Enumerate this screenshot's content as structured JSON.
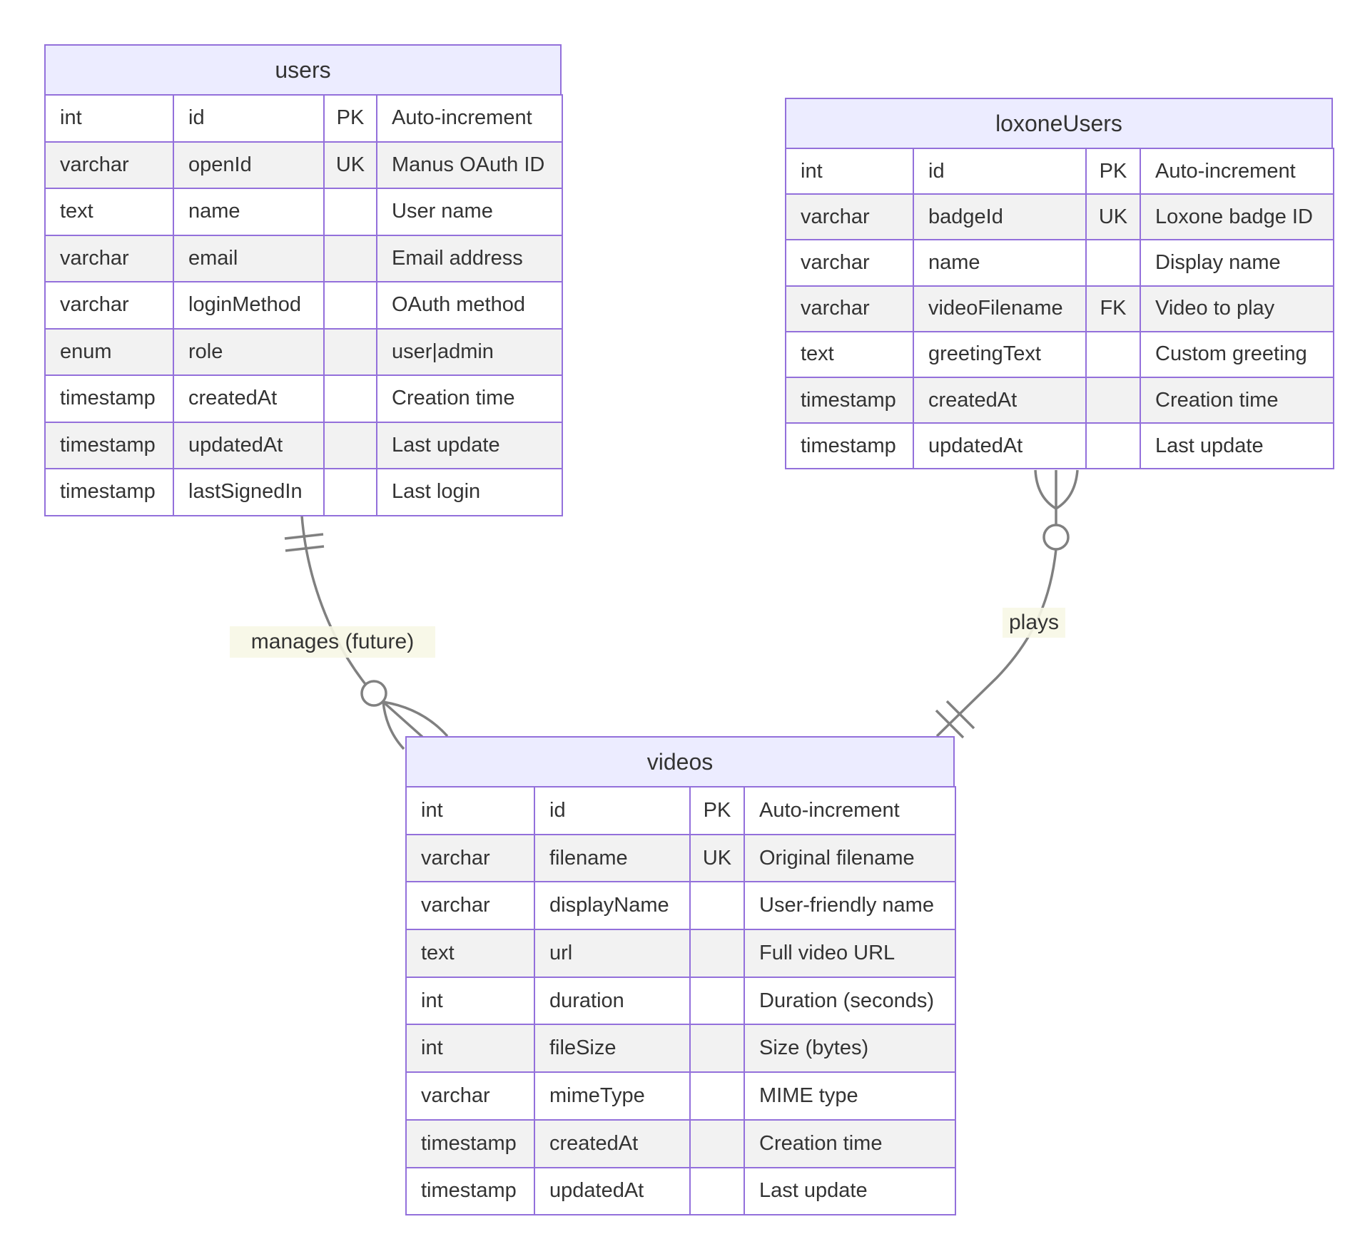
{
  "diagram": {
    "kind": "entity-relationship-diagram",
    "colors": {
      "entity_header_fill": "#ECECFF",
      "entity_border": "#9370DB",
      "row_fill": "#ffffff",
      "row_alt_fill": "#f2f2f2",
      "relationship_line": "#808080",
      "relationship_label_bg": "#f7f7e6",
      "text": "#333333"
    },
    "entities": [
      {
        "title": "users",
        "rows": [
          {
            "type": "int",
            "attribute": "id",
            "key": "PK",
            "comment": "Auto-increment"
          },
          {
            "type": "varchar",
            "attribute": "openId",
            "key": "UK",
            "comment": "Manus OAuth ID"
          },
          {
            "type": "text",
            "attribute": "name",
            "key": "",
            "comment": "User name"
          },
          {
            "type": "varchar",
            "attribute": "email",
            "key": "",
            "comment": "Email address"
          },
          {
            "type": "varchar",
            "attribute": "loginMethod",
            "key": "",
            "comment": "OAuth method"
          },
          {
            "type": "enum",
            "attribute": "role",
            "key": "",
            "comment": "user|admin"
          },
          {
            "type": "timestamp",
            "attribute": "createdAt",
            "key": "",
            "comment": "Creation time"
          },
          {
            "type": "timestamp",
            "attribute": "updatedAt",
            "key": "",
            "comment": "Last update"
          },
          {
            "type": "timestamp",
            "attribute": "lastSignedIn",
            "key": "",
            "comment": "Last login"
          }
        ]
      },
      {
        "title": "loxoneUsers",
        "rows": [
          {
            "type": "int",
            "attribute": "id",
            "key": "PK",
            "comment": "Auto-increment"
          },
          {
            "type": "varchar",
            "attribute": "badgeId",
            "key": "UK",
            "comment": "Loxone badge ID"
          },
          {
            "type": "varchar",
            "attribute": "name",
            "key": "",
            "comment": "Display name"
          },
          {
            "type": "varchar",
            "attribute": "videoFilename",
            "key": "FK",
            "comment": "Video to play"
          },
          {
            "type": "text",
            "attribute": "greetingText",
            "key": "",
            "comment": "Custom greeting"
          },
          {
            "type": "timestamp",
            "attribute": "createdAt",
            "key": "",
            "comment": "Creation time"
          },
          {
            "type": "timestamp",
            "attribute": "updatedAt",
            "key": "",
            "comment": "Last update"
          }
        ]
      },
      {
        "title": "videos",
        "rows": [
          {
            "type": "int",
            "attribute": "id",
            "key": "PK",
            "comment": "Auto-increment"
          },
          {
            "type": "varchar",
            "attribute": "filename",
            "key": "UK",
            "comment": "Original filename"
          },
          {
            "type": "varchar",
            "attribute": "displayName",
            "key": "",
            "comment": "User-friendly name"
          },
          {
            "type": "text",
            "attribute": "url",
            "key": "",
            "comment": "Full video URL"
          },
          {
            "type": "int",
            "attribute": "duration",
            "key": "",
            "comment": "Duration (seconds)"
          },
          {
            "type": "int",
            "attribute": "fileSize",
            "key": "",
            "comment": "Size (bytes)"
          },
          {
            "type": "varchar",
            "attribute": "mimeType",
            "key": "",
            "comment": "MIME type"
          },
          {
            "type": "timestamp",
            "attribute": "createdAt",
            "key": "",
            "comment": "Creation time"
          },
          {
            "type": "timestamp",
            "attribute": "updatedAt",
            "key": "",
            "comment": "Last update"
          }
        ]
      }
    ],
    "relationships": [
      {
        "label": "manages (future)",
        "from": "users",
        "to": "videos",
        "from_cardinality": "one-and-only-one",
        "to_cardinality": "zero-or-many"
      },
      {
        "label": "plays",
        "from": "videos",
        "to": "loxoneUsers",
        "from_cardinality": "one-and-only-one",
        "to_cardinality": "zero-or-many"
      }
    ]
  }
}
